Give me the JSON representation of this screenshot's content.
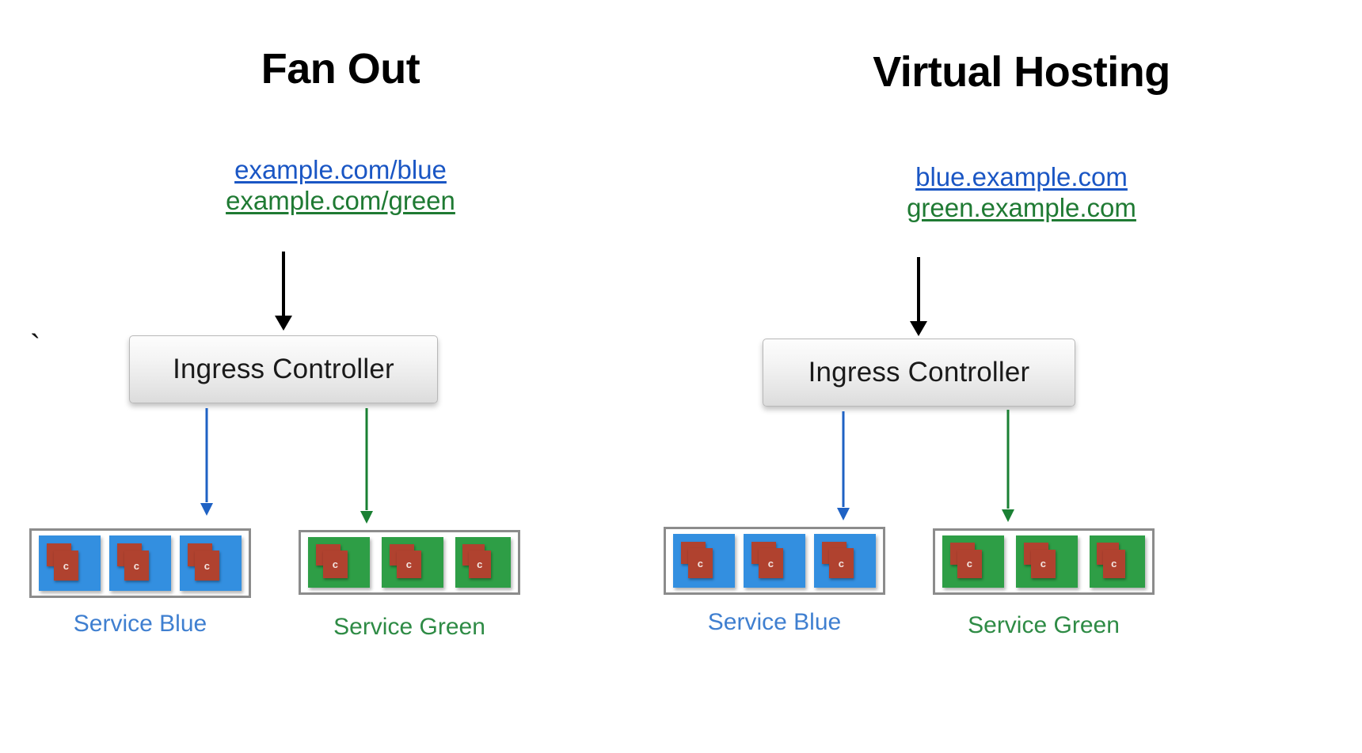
{
  "diagram": {
    "title_left": "Fan Out",
    "title_right": "Virtual Hosting",
    "stray_mark": "`"
  },
  "panels": [
    {
      "id": "fan-out",
      "title": "Fan Out",
      "routes": [
        {
          "label": "example.com/blue",
          "color_name": "blue",
          "color": "#1a56c4"
        },
        {
          "label": "example.com/green",
          "color_name": "green",
          "color": "#1f7a33"
        }
      ],
      "ingress": {
        "label": "Ingress Controller"
      },
      "services": [
        {
          "caption": "Service Blue",
          "color_name": "blue",
          "color": "#3f7fd0",
          "pod_fill": "#338fe0",
          "arrow_color": "#1f62c4",
          "pods": [
            {
              "container_letter": "c"
            },
            {
              "container_letter": "c"
            },
            {
              "container_letter": "c"
            }
          ]
        },
        {
          "caption": "Service Green",
          "color_name": "green",
          "color": "#2e8b45",
          "pod_fill": "#2e9e46",
          "arrow_color": "#1a8033",
          "pods": [
            {
              "container_letter": "c"
            },
            {
              "container_letter": "c"
            },
            {
              "container_letter": "c"
            }
          ]
        }
      ]
    },
    {
      "id": "virtual-hosting",
      "title": "Virtual Hosting",
      "routes": [
        {
          "label": "blue.example.com",
          "color_name": "blue",
          "color": "#1a56c4"
        },
        {
          "label": "green.example.com",
          "color_name": "green",
          "color": "#1f7a33"
        }
      ],
      "ingress": {
        "label": "Ingress Controller"
      },
      "services": [
        {
          "caption": "Service Blue",
          "color_name": "blue",
          "color": "#3f7fd0",
          "pod_fill": "#338fe0",
          "arrow_color": "#1f62c4",
          "pods": [
            {
              "container_letter": "c"
            },
            {
              "container_letter": "c"
            },
            {
              "container_letter": "c"
            }
          ]
        },
        {
          "caption": "Service Green",
          "color_name": "green",
          "color": "#2e9e46",
          "pod_fill": "#2e9e46",
          "arrow_color": "#1a8033",
          "pods": [
            {
              "container_letter": "c"
            },
            {
              "container_letter": "c"
            },
            {
              "container_letter": "c"
            }
          ]
        }
      ]
    }
  ],
  "colors": {
    "link_blue": "#1a56c4",
    "link_green": "#1f7a33",
    "arrow_black": "#000000",
    "arrow_blue": "#1f62c4",
    "arrow_green": "#1a8033",
    "pod_blue": "#338fe0",
    "pod_green": "#2e9e46",
    "container_red": "#b0422f",
    "group_border": "#8c8c8c",
    "background": "#ffffff"
  }
}
